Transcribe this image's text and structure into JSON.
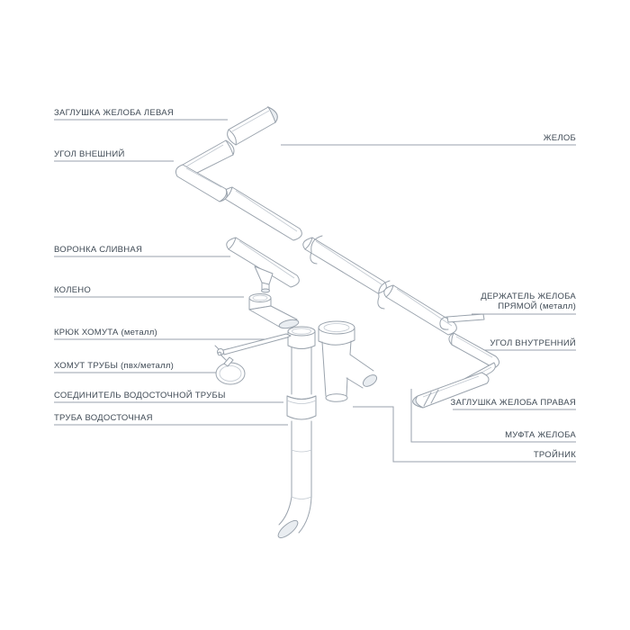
{
  "colors": {
    "background": "#ffffff",
    "leader_line": "#9aa2ac",
    "label_text": "#3f4a55",
    "drawing_stroke": "#9aa3ad",
    "fill_shade": "#e9edf1",
    "rim_line": "#c2c9d1"
  },
  "labels": {
    "left": [
      {
        "id": "gutter-end-cap-left",
        "text": "ЗАГЛУШКА ЖЕЛОБА ЛЕВАЯ"
      },
      {
        "id": "outer-corner",
        "text": "УГОЛ ВНЕШНИЙ"
      },
      {
        "id": "drain-funnel",
        "text": "ВОРОНКА СЛИВНАЯ"
      },
      {
        "id": "elbow",
        "text": "КОЛЕНО"
      },
      {
        "id": "clamp-hook-metal",
        "text": "КРЮК ХОМУТА (металл)"
      },
      {
        "id": "pipe-clamp",
        "text": "ХОМУТ ТРУБЫ (пвх/металл)"
      },
      {
        "id": "downpipe-connector",
        "text": "СОЕДИНИТЕЛЬ ВОДОСТОЧНОЙ ТРУБЫ"
      },
      {
        "id": "downpipe",
        "text": "ТРУБА ВОДОСТОЧНАЯ"
      }
    ],
    "right": [
      {
        "id": "gutter",
        "text": "ЖЕЛОБ"
      },
      {
        "id": "gutter-holder-straight-metal",
        "lines": [
          "ДЕРЖАТЕЛЬ ЖЕЛОБА",
          "ПРЯМОЙ (металл)"
        ]
      },
      {
        "id": "inner-corner",
        "text": "УГОЛ ВНУТРЕННИЙ"
      },
      {
        "id": "gutter-end-cap-right",
        "text": "ЗАГЛУШКА ЖЕЛОБА ПРАВАЯ"
      },
      {
        "id": "gutter-coupling",
        "text": "МУФТА ЖЕЛОБА"
      },
      {
        "id": "tee",
        "text": "ТРОЙНИК"
      }
    ]
  },
  "diagram": {
    "type": "exploded-parts-diagram",
    "subject": "водосточная система (gutter drainage system)",
    "parts": [
      "заглушка желоба левая",
      "угол внешний",
      "желоб",
      "воронка сливная",
      "колено",
      "крюк хомута",
      "хомут трубы",
      "соединитель водосточной трубы",
      "труба водосточная",
      "держатель желоба прямой",
      "угол внутренний",
      "заглушка желоба правая",
      "муфта желоба",
      "тройник"
    ]
  }
}
